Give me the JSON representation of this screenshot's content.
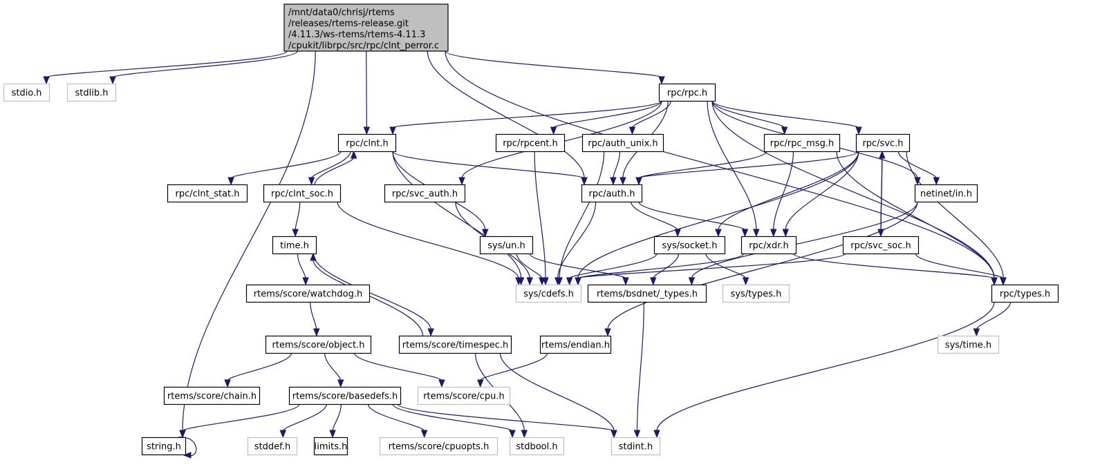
{
  "diagram": {
    "type": "include-dependency-graph",
    "colors": {
      "edge": "#191970",
      "root_fill": "#bfbfbf",
      "root_border": "#000000",
      "node_fill": "#ffffff",
      "node_border": "#000000",
      "external_border": "#bfbfbf"
    },
    "root": {
      "id": "root",
      "lines": [
        "/mnt/data0/chrisj/rtems",
        "/releases/rtems-release.git",
        "/4.11.3/ws-rtems/rtems-4.11.3",
        "/cpukit/librpc/src/rpc/clnt_perror.c"
      ]
    },
    "nodes": [
      {
        "id": "stdio",
        "label": "stdio.h",
        "external": true
      },
      {
        "id": "stdlib",
        "label": "stdlib.h",
        "external": true
      },
      {
        "id": "rpc_rpc",
        "label": "rpc/rpc.h",
        "external": false
      },
      {
        "id": "rpc_clnt",
        "label": "rpc/clnt.h",
        "external": false
      },
      {
        "id": "rpc_rpcent",
        "label": "rpc/rpcent.h",
        "external": false
      },
      {
        "id": "rpc_auth_unix",
        "label": "rpc/auth_unix.h",
        "external": false
      },
      {
        "id": "rpc_rpc_msg",
        "label": "rpc/rpc_msg.h",
        "external": false
      },
      {
        "id": "rpc_svc",
        "label": "rpc/svc.h",
        "external": false
      },
      {
        "id": "rpc_clnt_stat",
        "label": "rpc/clnt_stat.h",
        "external": false
      },
      {
        "id": "rpc_clnt_soc",
        "label": "rpc/clnt_soc.h",
        "external": false
      },
      {
        "id": "rpc_svc_auth",
        "label": "rpc/svc_auth.h",
        "external": false
      },
      {
        "id": "rpc_auth",
        "label": "rpc/auth.h",
        "external": false
      },
      {
        "id": "netinet_in",
        "label": "netinet/in.h",
        "external": false
      },
      {
        "id": "time",
        "label": "time.h",
        "external": false
      },
      {
        "id": "sys_un",
        "label": "sys/un.h",
        "external": false
      },
      {
        "id": "sys_socket",
        "label": "sys/socket.h",
        "external": false
      },
      {
        "id": "rpc_xdr",
        "label": "rpc/xdr.h",
        "external": false
      },
      {
        "id": "rpc_svc_soc",
        "label": "rpc/svc_soc.h",
        "external": false
      },
      {
        "id": "rtems_watchdog",
        "label": "rtems/score/watchdog.h",
        "external": false
      },
      {
        "id": "sys_cdefs",
        "label": "sys/cdefs.h",
        "external": true
      },
      {
        "id": "bsdnet_types",
        "label": "rtems/bsdnet/_types.h",
        "external": false
      },
      {
        "id": "sys_types",
        "label": "sys/types.h",
        "external": true
      },
      {
        "id": "rpc_types",
        "label": "rpc/types.h",
        "external": false
      },
      {
        "id": "rtems_object",
        "label": "rtems/score/object.h",
        "external": false
      },
      {
        "id": "rtems_timespec",
        "label": "rtems/score/timespec.h",
        "external": false
      },
      {
        "id": "rtems_endian",
        "label": "rtems/endian.h",
        "external": false
      },
      {
        "id": "sys_time",
        "label": "sys/time.h",
        "external": true
      },
      {
        "id": "rtems_chain",
        "label": "rtems/score/chain.h",
        "external": false
      },
      {
        "id": "rtems_basedefs",
        "label": "rtems/score/basedefs.h",
        "external": false
      },
      {
        "id": "rtems_cpu",
        "label": "rtems/score/cpu.h",
        "external": true
      },
      {
        "id": "string",
        "label": "string.h",
        "external": false
      },
      {
        "id": "stddef",
        "label": "stddef.h",
        "external": true
      },
      {
        "id": "limits",
        "label": "limits.h",
        "external": false
      },
      {
        "id": "rtems_cpuopts",
        "label": "rtems/score/cpuopts.h",
        "external": true
      },
      {
        "id": "stdbool",
        "label": "stdbool.h",
        "external": true
      },
      {
        "id": "stdint",
        "label": "stdint.h",
        "external": true
      }
    ],
    "edges": [
      [
        "root",
        "stdio"
      ],
      [
        "root",
        "stdlib"
      ],
      [
        "root",
        "string"
      ],
      [
        "root",
        "rpc_clnt"
      ],
      [
        "root",
        "rpc_auth"
      ],
      [
        "root",
        "rpc_rpc"
      ],
      [
        "root",
        "rpc_types"
      ],
      [
        "rpc_rpc",
        "rpc_clnt"
      ],
      [
        "rpc_rpc",
        "rpc_svc_auth"
      ],
      [
        "rpc_rpc",
        "rpc_rpcent"
      ],
      [
        "rpc_rpc",
        "rpc_auth_unix"
      ],
      [
        "rpc_rpc",
        "rpc_auth"
      ],
      [
        "rpc_rpc",
        "rpc_xdr"
      ],
      [
        "rpc_rpc",
        "rpc_rpc_msg"
      ],
      [
        "rpc_rpc",
        "rpc_svc"
      ],
      [
        "rpc_rpc",
        "netinet_in"
      ],
      [
        "rpc_rpc",
        "rpc_types"
      ],
      [
        "rpc_clnt",
        "rpc_clnt_stat"
      ],
      [
        "rpc_clnt",
        "rpc_clnt_soc"
      ],
      [
        "rpc_clnt",
        "rpc_auth"
      ],
      [
        "rpc_clnt",
        "sys_un"
      ],
      [
        "rpc_clnt",
        "sys_cdefs"
      ],
      [
        "rpc_clnt_soc",
        "rpc_clnt"
      ],
      [
        "rpc_clnt_soc",
        "time"
      ],
      [
        "rpc_clnt_soc",
        "sys_cdefs"
      ],
      [
        "rpc_rpcent",
        "sys_cdefs"
      ],
      [
        "rpc_auth_unix",
        "rpc_auth"
      ],
      [
        "rpc_auth_unix",
        "sys_cdefs"
      ],
      [
        "rpc_rpc_msg",
        "rpc_auth"
      ],
      [
        "rpc_rpc_msg",
        "rpc_xdr"
      ],
      [
        "rpc_rpc_msg",
        "rpc_types"
      ],
      [
        "rpc_svc",
        "rpc_auth"
      ],
      [
        "rpc_svc",
        "netinet_in"
      ],
      [
        "rpc_svc",
        "rpc_svc_soc"
      ],
      [
        "rpc_svc",
        "sys_socket"
      ],
      [
        "rpc_svc",
        "rpc_xdr"
      ],
      [
        "rpc_svc",
        "sys_cdefs"
      ],
      [
        "rpc_svc",
        "rpc_types"
      ],
      [
        "rpc_svc_soc",
        "rpc_svc"
      ],
      [
        "rpc_svc_soc",
        "sys_cdefs"
      ],
      [
        "rpc_svc_soc",
        "rpc_types"
      ],
      [
        "rpc_svc_auth",
        "sys_cdefs"
      ],
      [
        "rpc_auth",
        "sys_socket"
      ],
      [
        "rpc_auth",
        "rpc_xdr"
      ],
      [
        "rpc_auth",
        "sys_cdefs"
      ],
      [
        "netinet_in",
        "bsdnet_types"
      ],
      [
        "netinet_in",
        "rtems_endian"
      ],
      [
        "sys_un",
        "sys_cdefs"
      ],
      [
        "sys_un",
        "bsdnet_types"
      ],
      [
        "sys_socket",
        "sys_cdefs"
      ],
      [
        "sys_socket",
        "bsdnet_types"
      ],
      [
        "sys_socket",
        "sys_types"
      ],
      [
        "rpc_xdr",
        "sys_cdefs"
      ],
      [
        "rpc_xdr",
        "rpc_types"
      ],
      [
        "rpc_types",
        "sys_time"
      ],
      [
        "rpc_types",
        "stdint"
      ],
      [
        "time",
        "rtems_watchdog"
      ],
      [
        "time",
        "rtems_timespec"
      ],
      [
        "rtems_timespec",
        "time"
      ],
      [
        "rtems_timespec",
        "stdbool"
      ],
      [
        "rtems_timespec",
        "stdint"
      ],
      [
        "rtems_watchdog",
        "rtems_object"
      ],
      [
        "rtems_object",
        "rtems_chain"
      ],
      [
        "rtems_object",
        "rtems_basedefs"
      ],
      [
        "rtems_object",
        "rtems_cpu"
      ],
      [
        "rtems_endian",
        "rtems_cpu"
      ],
      [
        "bsdnet_types",
        "stdint"
      ],
      [
        "rtems_basedefs",
        "string"
      ],
      [
        "rtems_basedefs",
        "stddef"
      ],
      [
        "rtems_basedefs",
        "limits"
      ],
      [
        "rtems_basedefs",
        "rtems_cpuopts"
      ],
      [
        "rtems_basedefs",
        "stdbool"
      ],
      [
        "rtems_basedefs",
        "stdint"
      ],
      [
        "string",
        "string"
      ]
    ]
  }
}
